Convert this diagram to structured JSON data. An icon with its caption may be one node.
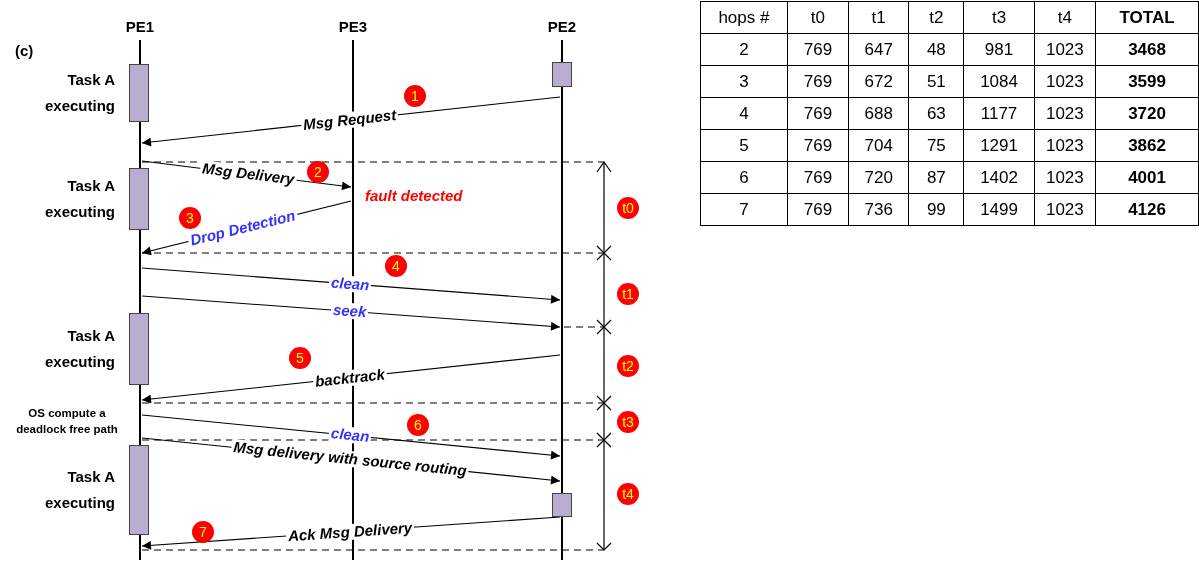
{
  "diagram": {
    "nodes": [
      {
        "text": [
          "PE1"
        ]
      },
      {
        "text": [
          "PE3"
        ]
      },
      {
        "text": [
          "PE2"
        ]
      },
      {
        "text": [
          "Task A executing"
        ]
      },
      {
        "text": [],
        "shape": "box"
      },
      {
        "text": [
          "1"
        ]
      },
      {
        "text": [
          "Task A executing"
        ]
      },
      {
        "text": [
          "2"
        ]
      },
      {
        "text": [
          "3"
        ]
      },
      {
        "text": [
          "4"
        ]
      },
      {
        "text": [
          "t0"
        ]
      },
      {
        "text": [
          "t1"
        ]
      },
      {
        "text": [
          "Task A executing"
        ]
      },
      {
        "text": [
          "5"
        ]
      },
      {
        "text": [
          "t2"
        ]
      },
      {
        "text": [
          "6"
        ]
      },
      {
        "text": [
          "t3"
        ]
      },
      {
        "text": [
          "Task A executing"
        ]
      },
      {
        "text": [],
        "shape": "box"
      },
      {
        "text": [
          "t4"
        ]
      },
      {
        "text": [
          "7"
        ]
      }
    ],
    "edges": [
      {
        "from": 2,
        "to": 0,
        "arrow": "to",
        "label": "Msg Request"
      },
      {
        "from": 0,
        "to": 1,
        "arrow": "to",
        "label": "Msg Delivery"
      },
      {
        "from": 1,
        "to": 0,
        "arrow": "to",
        "label": "Drop Detection"
      },
      {
        "from": 0,
        "to": 2,
        "arrow": "to",
        "label": "clean"
      },
      {
        "from": 0,
        "to": 2,
        "arrow": "to",
        "label": "seek"
      },
      {
        "from": 2,
        "to": 0,
        "arrow": "to",
        "label": "backtrack"
      },
      {
        "from": 0,
        "to": 2,
        "arrow": "to",
        "label": "clean"
      },
      {
        "from": 0,
        "to": 2,
        "arrow": "to",
        "label": "Msg delivery with source routing"
      },
      {
        "from": 2,
        "to": 0,
        "arrow": "to",
        "label": "Ack Msg Delivery"
      }
    ],
    "labels": [
      "(c)",
      "fault detected",
      "OS compute a deadlock free path",
      "hops #",
      "t0",
      "t1",
      "t2",
      "t3",
      "t4",
      "TOTAL",
      "2",
      "769",
      "647",
      "48",
      "981",
      "1023",
      "3468",
      "3",
      "769",
      "672",
      "51",
      "1084",
      "1023",
      "3599",
      "4",
      "769",
      "688",
      "63",
      "1177",
      "1023",
      "3720",
      "5",
      "769",
      "704",
      "75",
      "1291",
      "1023",
      "3862",
      "6",
      "769",
      "720",
      "87",
      "1402",
      "1023",
      "4001",
      "7",
      "769",
      "736",
      "99",
      "1499",
      "1023",
      "4126"
    ]
  }
}
